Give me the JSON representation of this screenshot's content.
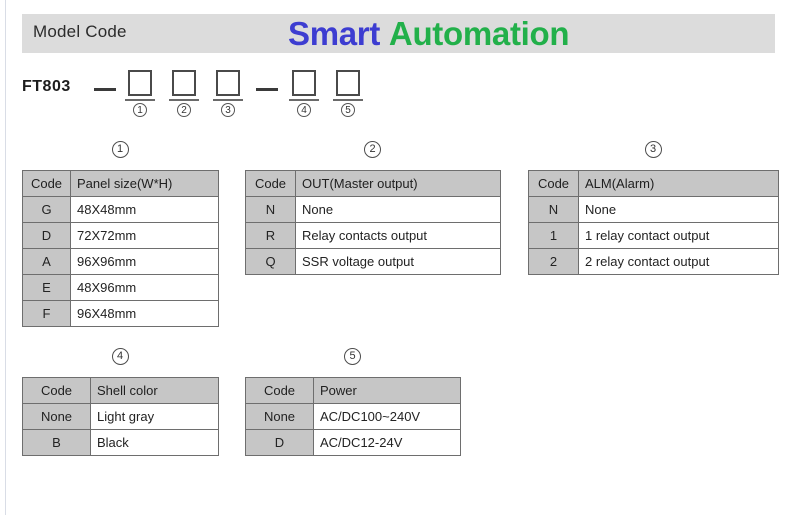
{
  "header": {
    "label": "Model Code",
    "brand_part1": "Smart",
    "brand_part2": "Automation",
    "brand_color_1": "#3d3dd1",
    "brand_color_2": "#22b04a",
    "band_color": "#dcdcdc"
  },
  "model_code": {
    "prefix": "FT803",
    "dash": "—",
    "slots": [
      {
        "index": "1"
      },
      {
        "index": "2"
      },
      {
        "index": "3"
      },
      {
        "index": "4"
      },
      {
        "index": "5"
      }
    ]
  },
  "groups": [
    {
      "caption": "1",
      "headers": {
        "code": "Code",
        "desc": "Panel size(W*H)"
      },
      "rows": [
        {
          "code": "G",
          "desc": "48X48mm"
        },
        {
          "code": "D",
          "desc": "72X72mm"
        },
        {
          "code": "A",
          "desc": "96X96mm"
        },
        {
          "code": "E",
          "desc": "48X96mm"
        },
        {
          "code": "F",
          "desc": "96X48mm"
        }
      ]
    },
    {
      "caption": "2",
      "headers": {
        "code": "Code",
        "desc": "OUT(Master output)"
      },
      "rows": [
        {
          "code": "N",
          "desc": "None"
        },
        {
          "code": "R",
          "desc": "Relay contacts output"
        },
        {
          "code": "Q",
          "desc": "SSR voltage output"
        }
      ]
    },
    {
      "caption": "3",
      "headers": {
        "code": "Code",
        "desc": "ALM(Alarm)"
      },
      "rows": [
        {
          "code": "N",
          "desc": "None"
        },
        {
          "code": "1",
          "desc": "1 relay contact output"
        },
        {
          "code": "2",
          "desc": "2 relay contact output"
        }
      ]
    },
    {
      "caption": "4",
      "headers": {
        "code": "Code",
        "desc": "Shell color"
      },
      "rows": [
        {
          "code": "None",
          "desc": "Light gray"
        },
        {
          "code": "B",
          "desc": "Black"
        }
      ]
    },
    {
      "caption": "5",
      "headers": {
        "code": "Code",
        "desc": "Power"
      },
      "rows": [
        {
          "code": "None",
          "desc": "AC/DC100~240V"
        },
        {
          "code": "D",
          "desc": "AC/DC12-24V"
        }
      ]
    }
  ]
}
